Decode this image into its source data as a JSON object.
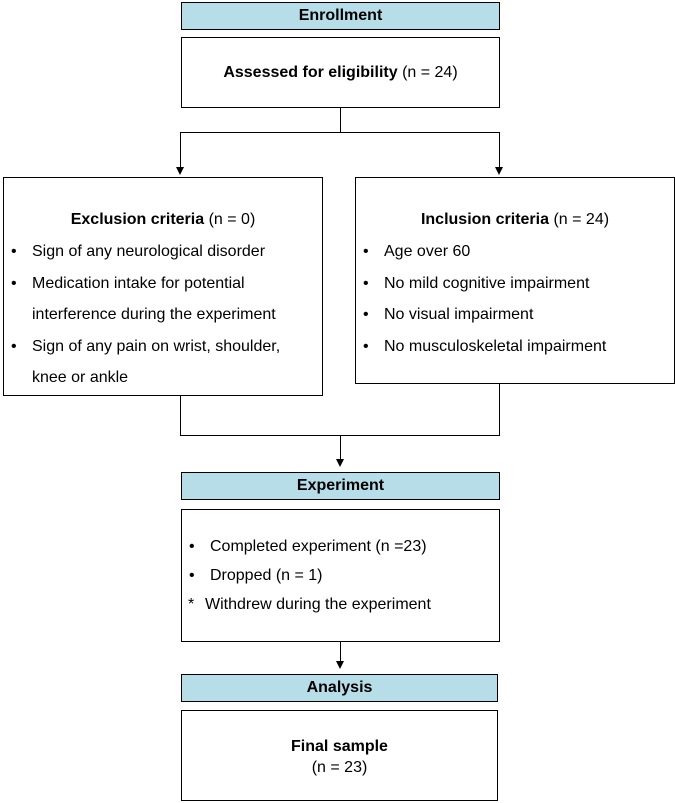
{
  "enrollment": {
    "header": "Enrollment",
    "assessed_bold": "Assessed for eligibility",
    "assessed_count": "(n = 24)"
  },
  "exclusion": {
    "title_bold": "Exclusion criteria",
    "title_count": "(n = 0)",
    "items": [
      "Sign of any neurological disorder",
      "Medication intake for potential interference during the experiment",
      "Sign of any pain on wrist, shoulder, knee or ankle"
    ]
  },
  "inclusion": {
    "title_bold": "Inclusion criteria",
    "title_count": "(n = 24)",
    "items": [
      "Age over 60",
      "No mild cognitive impairment",
      "No visual impairment",
      "No musculoskeletal impairment"
    ]
  },
  "experiment": {
    "header": "Experiment",
    "items": [
      "Completed experiment (n =23)",
      "Dropped (n = 1)"
    ],
    "note_marker": "*",
    "note": "Withdrew during the experiment"
  },
  "analysis": {
    "header": "Analysis",
    "final_label": "Final sample",
    "final_count": "(n = 23)"
  },
  "colors": {
    "header_fill": "#b7dde8",
    "border": "#000000"
  }
}
